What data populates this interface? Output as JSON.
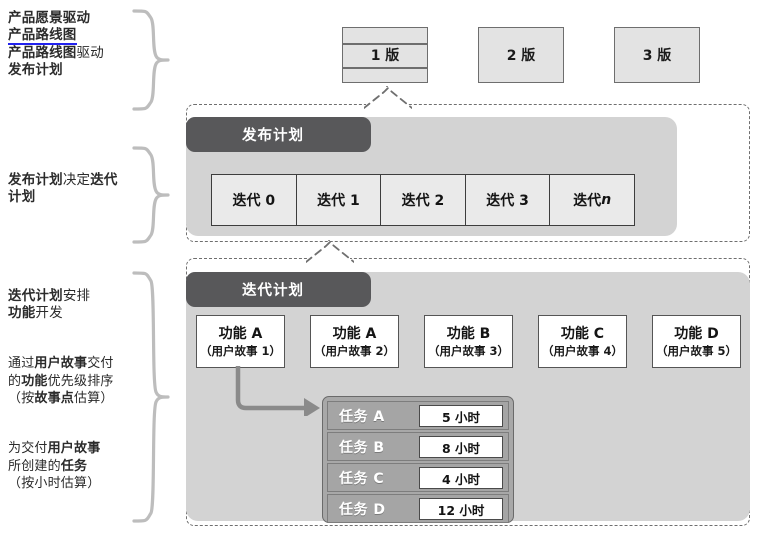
{
  "annotations": [
    {
      "id": "roadmap-note",
      "lines": [
        {
          "segments": [
            {
              "t": "产品愿景驱动",
              "b": true
            }
          ]
        },
        {
          "segments": [
            {
              "t": "产品路线图",
              "b": true,
              "u": true
            }
          ]
        },
        {
          "segments": [
            {
              "t": "产品路线图",
              "b": true
            },
            {
              "t": "驱动",
              "b": false
            }
          ]
        },
        {
          "segments": [
            {
              "t": "发布计划",
              "b": true
            }
          ]
        }
      ]
    },
    {
      "id": "release-note",
      "lines": [
        {
          "segments": [
            {
              "t": "发布计划",
              "b": true
            },
            {
              "t": "决定",
              "b": false
            },
            {
              "t": "迭代",
              "b": true
            }
          ]
        },
        {
          "segments": [
            {
              "t": "计划",
              "b": true
            }
          ]
        }
      ]
    },
    {
      "id": "iteration-note",
      "lines": [
        {
          "segments": [
            {
              "t": "迭代计划",
              "b": true
            },
            {
              "t": "安排",
              "b": false
            }
          ]
        },
        {
          "segments": [
            {
              "t": "功能",
              "b": true
            },
            {
              "t": "开发",
              "b": false
            }
          ]
        }
      ]
    },
    {
      "id": "story-note",
      "lines": [
        {
          "segments": [
            {
              "t": "通过",
              "b": false
            },
            {
              "t": "用户故事",
              "b": true
            },
            {
              "t": "交付",
              "b": false
            }
          ]
        },
        {
          "segments": [
            {
              "t": "的",
              "b": false
            },
            {
              "t": "功能",
              "b": true
            },
            {
              "t": "优先级排序",
              "b": false
            }
          ]
        },
        {
          "segments": [
            {
              "t": "（按",
              "b": false
            },
            {
              "t": "故事点",
              "b": true
            },
            {
              "t": "估算）",
              "b": false
            }
          ]
        }
      ]
    },
    {
      "id": "task-note",
      "lines": [
        {
          "segments": [
            {
              "t": "为交付",
              "b": false
            },
            {
              "t": "用户故事",
              "b": true
            }
          ]
        },
        {
          "segments": [
            {
              "t": "所创建的",
              "b": false
            },
            {
              "t": "任务",
              "b": true
            }
          ]
        },
        {
          "segments": [
            {
              "t": "（按小时估算）",
              "b": false
            }
          ]
        }
      ]
    }
  ],
  "versions": [
    {
      "label": "1 版",
      "banded": true
    },
    {
      "label": "2 版",
      "banded": false
    },
    {
      "label": "3 版",
      "banded": false
    }
  ],
  "release_panel": {
    "tab_label": "发布计划",
    "iterations": [
      {
        "label": "迭代 0",
        "italic_suffix": ""
      },
      {
        "label": "迭代 1",
        "italic_suffix": ""
      },
      {
        "label": "迭代 2",
        "italic_suffix": ""
      },
      {
        "label": "迭代 3",
        "italic_suffix": ""
      },
      {
        "label": "迭代 ",
        "italic_suffix": "n"
      }
    ]
  },
  "iteration_panel": {
    "tab_label": "迭代计划",
    "features": [
      {
        "title": "功能 A",
        "sub": "（用户故事 1）"
      },
      {
        "title": "功能 A",
        "sub": "（用户故事 2）"
      },
      {
        "title": "功能 B",
        "sub": "（用户故事 3）"
      },
      {
        "title": "功能 C",
        "sub": "（用户故事 4）"
      },
      {
        "title": "功能 D",
        "sub": "（用户故事 5）"
      }
    ],
    "tasks": [
      {
        "name": "任务 A",
        "hours": "5 小时"
      },
      {
        "name": "任务 B",
        "hours": "8 小时"
      },
      {
        "name": "任务 C",
        "hours": "4 小时"
      },
      {
        "name": "任务 D",
        "hours": "12 小时"
      }
    ]
  },
  "colors": {
    "tab_dark": "#58585a",
    "panel_gray": "#d3d3d3",
    "task_gray": "#a5a5a5",
    "box_fill": "#e3e3e3",
    "underline_blue": "#2222ee",
    "brace_gray": "#bdbdbd",
    "arrow_gray": "#8a8a8a"
  }
}
